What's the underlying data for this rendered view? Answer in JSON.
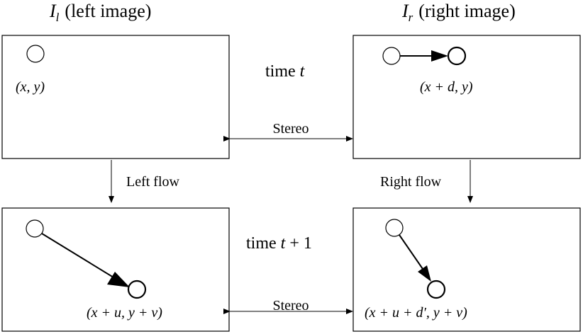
{
  "headings": {
    "left_symbol": "I",
    "left_sub": "l",
    "left_text": "(left image)",
    "right_symbol": "I",
    "right_sub": "r",
    "right_text": "(right image)"
  },
  "time_labels": {
    "t_prefix": "time ",
    "t_var": "t",
    "t1_prefix": "time ",
    "t1_var": "t",
    "t1_suffix": " + 1"
  },
  "edges": {
    "stereo_top": "Stereo",
    "stereo_bottom": "Stereo",
    "left_flow": "Left flow",
    "right_flow": "Right flow"
  },
  "point_labels": {
    "tl": "(x, y)",
    "tr": "(x + d, y)",
    "bl": "(x + u, y + v)",
    "br": "(x + u + d′, y + v)"
  }
}
